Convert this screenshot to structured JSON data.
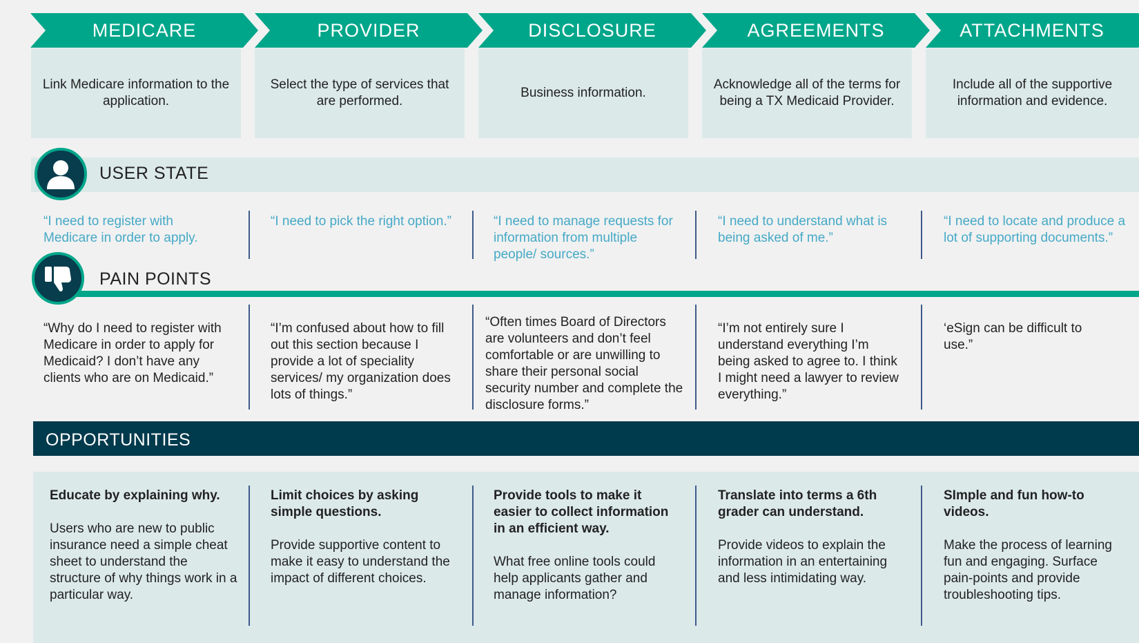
{
  "stages": [
    {
      "name": "MEDICARE",
      "description": "Link Medicare information to the application."
    },
    {
      "name": "PROVIDER",
      "description": "Select the type of services that are performed."
    },
    {
      "name": "DISCLOSURE",
      "description": "Business information."
    },
    {
      "name": "AGREEMENTS",
      "description": "Acknowledge all of the terms for being a TX Medicaid Provider."
    },
    {
      "name": "ATTACHMENTS",
      "description": "Include all of the supportive information and evidence."
    }
  ],
  "user_state": {
    "label": "USER STATE",
    "icon": "user-icon",
    "quotes": [
      "“I need to register with Medicare in order to apply.",
      "“I need to pick the right option.”",
      "“I need to manage requests for information from multiple people/ sources.”",
      "“I need to understand what is being asked of me.”",
      "“I need to locate and produce a lot of supporting documents.”"
    ]
  },
  "pain_points": {
    "label": "PAIN POINTS",
    "icon": "thumbs-down-icon",
    "items": [
      "“Why do I need to register with Medicare in order to apply for Medicaid? I don’t have any clients who are on Medicaid.”",
      "“I’m confused about how to fill out this section because I provide a lot of speciality services/ my organization does lots of things.”",
      "“Often times Board of Directors are volunteers and don’t feel comfortable or are unwilling to share their personal social security number and complete the disclosure forms.”",
      "“I’m not entirely sure I understand everything I’m being asked to agree to. I think I might need a lawyer to review everything.”",
      "‘eSign can be difficult to use.”"
    ]
  },
  "opportunities": {
    "label": "OPPORTUNITIES",
    "items": [
      {
        "title": "Educate by explaining why.",
        "body": "Users who are new to public insurance need a simple cheat sheet to understand the structure of why things work in a particular way."
      },
      {
        "title": "Limit choices by asking simple questions.",
        "body": "Provide supportive content to make it easy to understand the impact of different choices."
      },
      {
        "title": "Provide tools to make it easier to collect information in an efficient way.",
        "body": "What free online tools could help applicants gather and manage information?"
      },
      {
        "title": "Translate into terms a 6th grader can understand.",
        "body": "Provide videos to explain the information in an entertaining and less intimidating way."
      },
      {
        "title": "SImple and fun how-to videos.",
        "body": "Make the process of learning fun and engaging. Surface pain-points and provide troubleshooting tips."
      }
    ]
  },
  "colors": {
    "teal": "#00a68a",
    "light_band": "#dce9e9",
    "navy": "#003a4d",
    "quote_blue": "#45a9c6",
    "divider": "#3d5a8a"
  }
}
